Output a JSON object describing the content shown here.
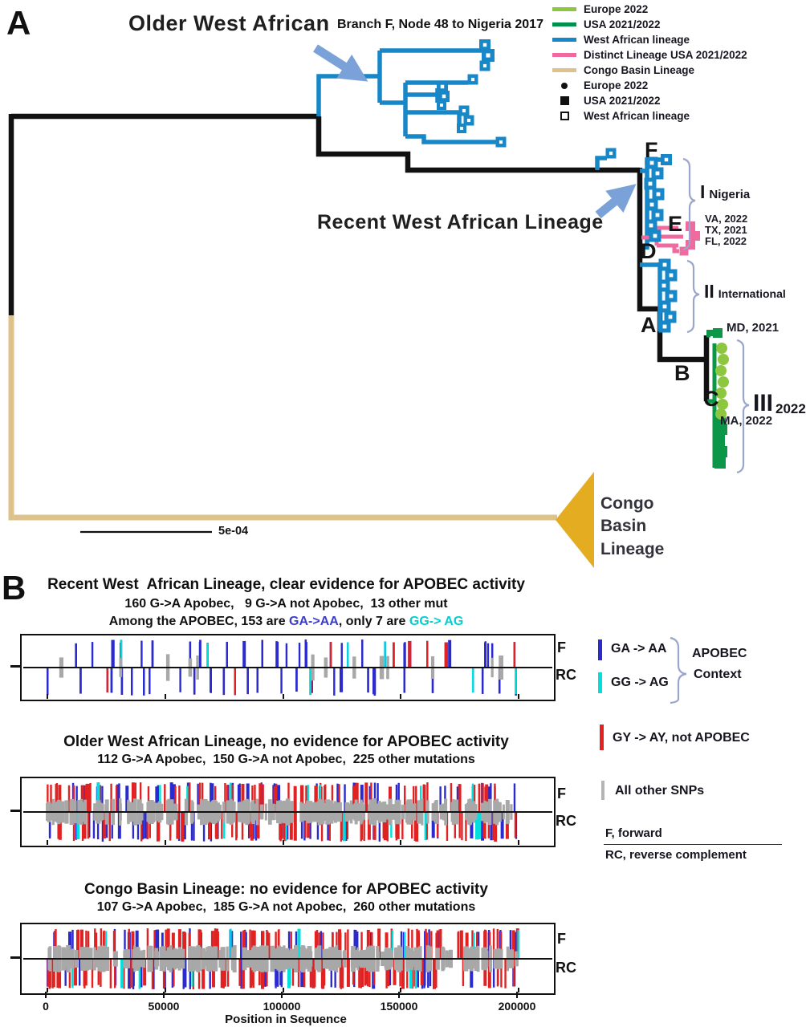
{
  "panel_a": {
    "label": "A",
    "annotations": {
      "older": "Older West African",
      "branch_f": "Branch F, Node 48 to Nigeria 2017",
      "recent": "Recent West African Lineage",
      "congo": [
        "Congo",
        "Basin",
        "Lineage"
      ],
      "scale": "5e-04"
    },
    "nodes": {
      "f": "F",
      "e": "E",
      "d": "D",
      "a": "A",
      "b": "B",
      "c": "C"
    },
    "clusters": {
      "i": "I",
      "i_text": "Nigeria",
      "ii": "II",
      "ii_text": "International",
      "iii": "III",
      "iii_text": "2022"
    },
    "tips": {
      "va": "VA, 2022",
      "tx": "TX, 2021",
      "fl": "FL, 2022",
      "md": "MD, 2021",
      "ma": "MA, 2022"
    },
    "legend": {
      "lines": [
        {
          "label": "Europe 2022",
          "color": "#8dc63f"
        },
        {
          "label": "USA 2021/2022",
          "color": "#00914c"
        },
        {
          "label": "West African lineage",
          "color": "#1787c8"
        },
        {
          "label": "Distinct Lineage USA 2021/2022",
          "color": "#f0699e"
        },
        {
          "label": "Congo Basin Lineage",
          "color": "#ddc38b"
        }
      ],
      "markers": [
        {
          "label": "Europe 2022",
          "shape": "dot"
        },
        {
          "label": "USA 2021/2022",
          "shape": "filled-square"
        },
        {
          "label": "West African lineage",
          "shape": "open-square"
        }
      ]
    },
    "colors": {
      "blue": "#1787c8",
      "pink": "#ef6b9f",
      "light_green": "#8dc63f",
      "dark_green": "#0b9648",
      "tan": "#ddc38b",
      "gold": "#e3ac21",
      "arrow": "#7ba2d8"
    }
  },
  "panel_b": {
    "label": "B",
    "plots": [
      {
        "title": "Recent West  African Lineage, clear evidence for APOBEC activity",
        "subtitle": "160 G->A Apobec,   9 G->A not Apobec,  13 other mut",
        "subtitle2": {
          "prefix": "Among the APOBEC, 153 are ",
          "ga": "GA->AA",
          "mid": ", only 7 are ",
          "gg": "GG-> AG"
        },
        "f": "F",
        "rc": "RC",
        "counts": {
          "ga_aa": 153,
          "gg_ag": 7,
          "not_apobec": 9,
          "other": 13
        }
      },
      {
        "title": "Older West African Lineage, no evidence for APOBEC activity",
        "subtitle": "112 G->A Apobec,  150 G->A not Apobec,  225 other mutations",
        "f": "F",
        "rc": "RC",
        "counts": {
          "apobec": 112,
          "not_apobec": 150,
          "other": 225
        }
      },
      {
        "title": "Congo Basin Lineage: no evidence for APOBEC activity",
        "subtitle": "107 G->A Apobec,  185 G->A not Apobec,  260 other mutations",
        "f": "F",
        "rc": "RC",
        "counts": {
          "apobec": 107,
          "not_apobec": 185,
          "other": 260
        }
      }
    ],
    "legend": {
      "ga_aa": "GA -> AA",
      "gg_ag": "GG -> AG",
      "context_l1": "APOBEC",
      "context_l2": "Context",
      "gy_ay": "GY -> AY, not APOBEC",
      "other": "All other SNPs",
      "f_forward": "F, forward",
      "rc_reverse": "RC, reverse complement"
    },
    "axis": {
      "ticks": [
        "0",
        "50000",
        "100000",
        "150000",
        "200000"
      ],
      "label": "Position in Sequence"
    },
    "colors": {
      "blue": "#2a2ace",
      "cyan": "#00dede",
      "red": "#e02222",
      "gray": "#a8a8a8"
    }
  },
  "chart_data": [
    {
      "type": "tree",
      "panel": "A",
      "lineages": [
        "Older West African",
        "Recent West African Lineage",
        "Congo Basin Lineage"
      ],
      "branch_annotation": "Branch F, Node 48 to Nigeria 2017",
      "node_labels": [
        "A",
        "B",
        "C",
        "D",
        "E",
        "F"
      ],
      "clusters": [
        {
          "id": "I",
          "label": "Nigeria",
          "tip_type": "West African lineage",
          "approx_tips": 8
        },
        {
          "id": "II",
          "label": "International",
          "tip_type": "West African lineage",
          "approx_tips": 7
        },
        {
          "id": "III",
          "label": "2022",
          "tip_types": [
            "Europe 2022",
            "USA 2021/2022"
          ],
          "approx_tips": 12
        },
        {
          "id": "Distinct Lineage USA",
          "tips": [
            "VA, 2022",
            "TX, 2021",
            "FL, 2022"
          ]
        }
      ],
      "tip_annotations": [
        "VA, 2022",
        "TX, 2021",
        "FL, 2022",
        "MD, 2021",
        "MA, 2022"
      ],
      "collapsed_clade": "Congo Basin Lineage",
      "scale_bar": "5e-04"
    },
    {
      "type": "ticks",
      "panel": "B",
      "row_labels": [
        "F",
        "RC"
      ],
      "title": "Recent West  African Lineage, clear evidence for APOBEC activity",
      "counts": {
        "GA->AA APOBEC": 153,
        "GG->AG APOBEC": 7,
        "G->A not APOBEC": 9,
        "other mutations": 13
      },
      "x_range": [
        0,
        200000
      ],
      "xlabel": "Position in Sequence"
    },
    {
      "type": "ticks",
      "panel": "B",
      "row_labels": [
        "F",
        "RC"
      ],
      "title": "Older West African Lineage, no evidence for APOBEC activity",
      "counts": {
        "G->A APOBEC": 112,
        "G->A not APOBEC": 150,
        "other mutations": 225
      },
      "x_range": [
        0,
        200000
      ],
      "xlabel": "Position in Sequence"
    },
    {
      "type": "ticks",
      "panel": "B",
      "row_labels": [
        "F",
        "RC"
      ],
      "title": "Congo Basin Lineage: no evidence for APOBEC activity",
      "counts": {
        "G->A APOBEC": 107,
        "G->A not APOBEC": 185,
        "other mutations": 260
      },
      "x_range": [
        0,
        200000
      ],
      "xlabel": "Position in Sequence"
    }
  ]
}
